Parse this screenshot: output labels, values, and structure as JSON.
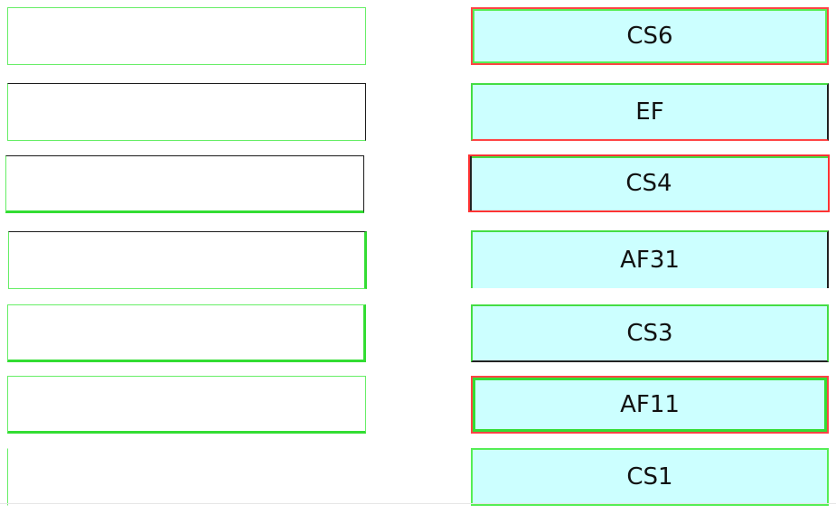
{
  "dropzones": [
    {
      "id": "slot-1",
      "value": ""
    },
    {
      "id": "slot-2",
      "value": ""
    },
    {
      "id": "slot-3",
      "value": ""
    },
    {
      "id": "slot-4",
      "value": ""
    },
    {
      "id": "slot-5",
      "value": ""
    },
    {
      "id": "slot-6",
      "value": ""
    },
    {
      "id": "slot-7",
      "value": ""
    }
  ],
  "options": [
    {
      "label": "CS6"
    },
    {
      "label": "EF"
    },
    {
      "label": "CS4"
    },
    {
      "label": "AF31"
    },
    {
      "label": "CS3"
    },
    {
      "label": "AF11"
    },
    {
      "label": "CS1"
    }
  ],
  "colors": {
    "option_fill": "#ccffff",
    "border_green": "#55ee55",
    "border_red": "#ff4444",
    "border_dark": "#222222"
  }
}
